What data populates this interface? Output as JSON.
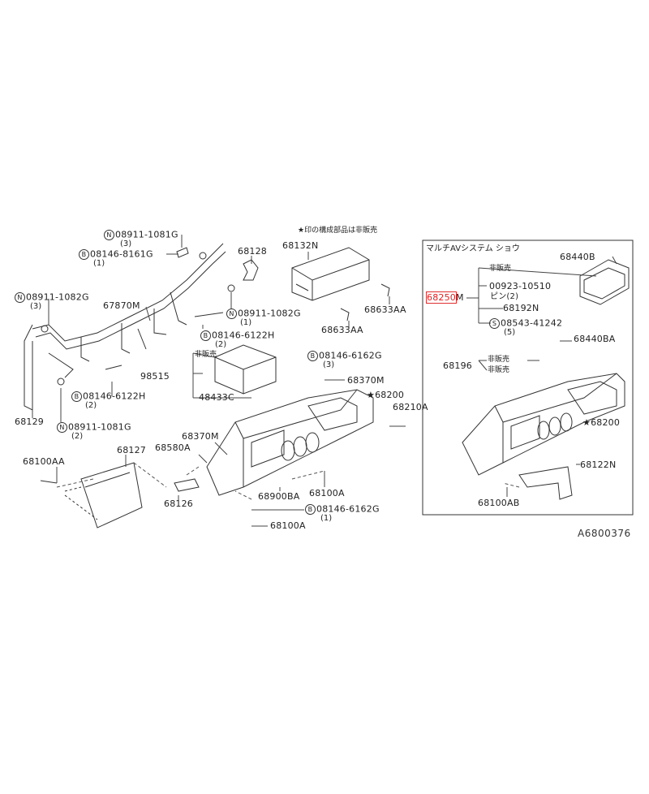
{
  "note": "★印の構成部品は非販売",
  "inset_title": "マルチAVシステム ショウ",
  "doc_id": "A6800376",
  "labels": {
    "n1_081g": "08911-1081G",
    "n1_081g_qty": "(3)",
    "b_8161g": "08146-8161G",
    "b_8161g_qty": "(1)",
    "n_1082g_left": "08911-1082G",
    "n_1082g_left_qty": "(3)",
    "p67870m": "67870M",
    "p68128": "68128",
    "n_1082g_mid": "08911-1082G",
    "n_1082g_mid_qty": "(1)",
    "b_6122h_mid": "08146-6122H",
    "b_6122h_mid_qty": "(2)",
    "b_6122h_left": "08146-6122H",
    "b_6122h_left_qty": "(2)",
    "n_1081g_bot": "08911-1081G",
    "n_1081g_bot_qty": "(2)",
    "p68129": "68129",
    "p68132n": "68132N",
    "p68633aa_1": "68633AA",
    "p68633aa_2": "68633AA",
    "hibaihin_1": "非販売",
    "p98515": "98515",
    "p48433c": "48433C",
    "b_6162g_top": "08146-6162G",
    "b_6162g_top_qty": "(3)",
    "p68370m_1": "68370M",
    "p68200_main": "68200",
    "p68210a": "68210A",
    "p68370m_2": "68370M",
    "p68580a": "68580A",
    "p68100aa_left": "68100AA",
    "p68127": "68127",
    "p68126": "68126",
    "p68900ba": "68900BA",
    "p68100a_1": "68100A",
    "b_6162g_bot": "08146-6162G",
    "b_6162g_bot_qty": "(1)",
    "p68100a_2": "68100A",
    "p68440b": "68440B",
    "inset_hibaihin": "非販売",
    "p00923": "00923-10510",
    "pin_qty": "ピン(2)",
    "p68250m_hl": "68250",
    "p68250m_suffix": "M",
    "p68192n": "68192N",
    "s_41242": "08543-41242",
    "s_41242_qty": "(5)",
    "p68440ba": "68440BA",
    "p68196": "68196",
    "inset_hibaihin_2": "非販売",
    "inset_hibaihin_3": "非販売",
    "p68200_inset": "68200",
    "p68122n": "68122N",
    "p68100ab": "68100AB"
  },
  "circle_letters": {
    "n": "N",
    "b": "B",
    "s": "S"
  },
  "colors": {
    "line": "#333333",
    "highlight": "#e03030",
    "text": "#222222"
  }
}
